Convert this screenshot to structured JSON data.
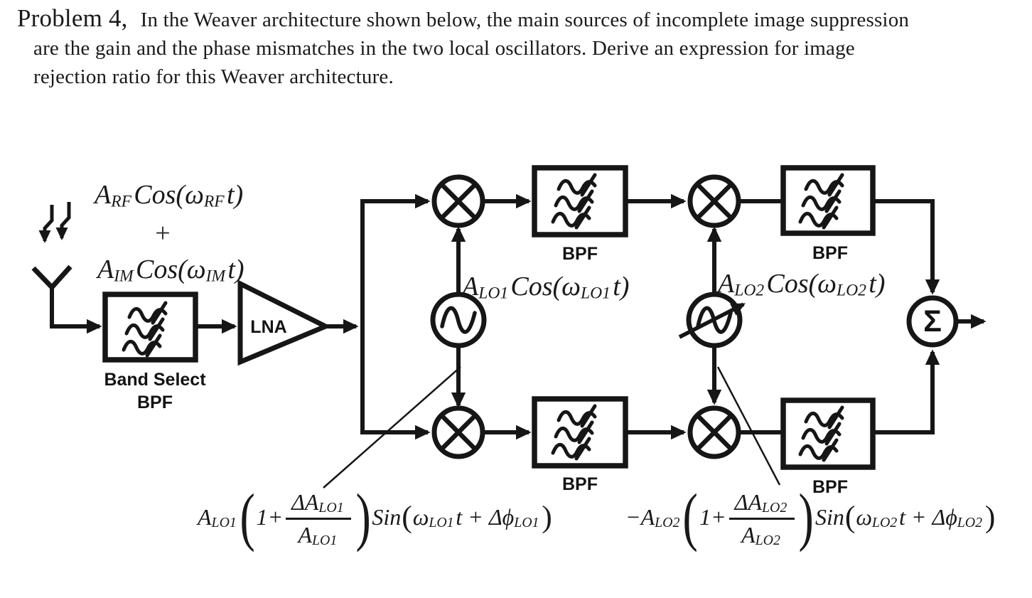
{
  "problem": {
    "label": "Problem 4,",
    "line1": "In the Weaver architecture shown below, the main sources of incomplete image suppression",
    "line2": "are the gain and the phase mismatches in the two local oscillators. Derive an expression for image",
    "line3": "rejection ratio for this Weaver architecture."
  },
  "signals": {
    "rf": [
      "A",
      {
        "sub": "RF"
      },
      "Cos(ω",
      {
        "sub": "RF"
      },
      "t)"
    ],
    "plus": "+",
    "im": [
      "A",
      {
        "sub": "IM"
      },
      "Cos(ω",
      {
        "sub": "IM"
      },
      "t)"
    ]
  },
  "blocks": {
    "band_select_line1": "Band Select",
    "band_select_line2": "BPF",
    "lna": "LNA",
    "bpf_top_1": "BPF",
    "bpf_top_2": "BPF",
    "bpf_bottom_1": "BPF",
    "bpf_bottom_2": "BPF",
    "summer": "Σ"
  },
  "oscillators": {
    "lo1_label": [
      "A",
      {
        "sub": "LO1"
      },
      "Cos(ω",
      {
        "sub": "LO1"
      },
      "t)"
    ],
    "lo2_label": [
      "A",
      {
        "sub": "LO2"
      },
      "Cos(ω",
      {
        "sub": "LO2"
      },
      "t)"
    ]
  },
  "formulas": {
    "lo1": [
      "A",
      {
        "sub": "LO1"
      },
      {
        "paren": "("
      },
      "1+",
      {
        "frac": {
          "num": [
            "ΔA",
            {
              "sub": "LO1"
            }
          ],
          "den": [
            "A",
            {
              "sub": "LO1"
            }
          ]
        }
      },
      {
        "paren": ")"
      },
      "Sin",
      {
        "mp": "("
      },
      "ω",
      {
        "sub": "LO1"
      },
      "t + Δϕ",
      {
        "sub": "LO1"
      },
      {
        "mp": ")"
      }
    ],
    "lo2": [
      "−A",
      {
        "sub": "LO2"
      },
      {
        "paren": "("
      },
      "1+",
      {
        "frac": {
          "num": [
            "ΔA",
            {
              "sub": "LO2"
            }
          ],
          "den": [
            "A",
            {
              "sub": "LO2"
            }
          ]
        }
      },
      {
        "paren": ")"
      },
      "Sin",
      {
        "mp": "("
      },
      "ω",
      {
        "sub": "LO2"
      },
      "t + Δϕ",
      {
        "sub": "LO2"
      },
      {
        "mp": ")"
      }
    ]
  },
  "colors": {
    "ink": "#161616",
    "background": "#ffffff"
  }
}
